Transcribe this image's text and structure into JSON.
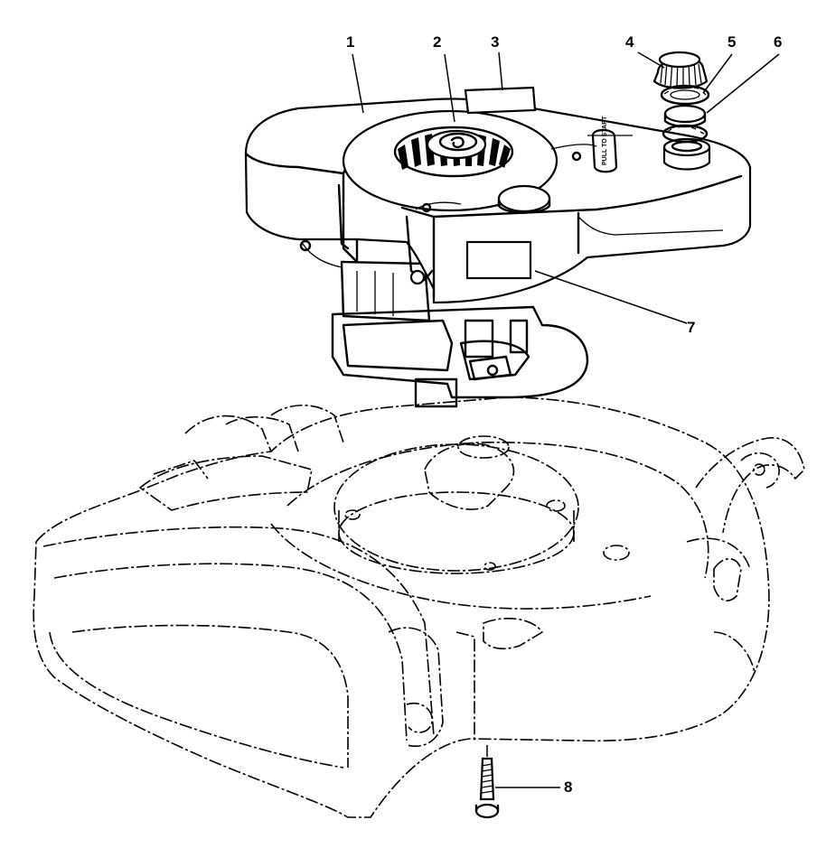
{
  "callouts": [
    {
      "id": "1",
      "label": "1"
    },
    {
      "id": "2",
      "label": "2"
    },
    {
      "id": "3",
      "label": "3"
    },
    {
      "id": "4",
      "label": "4"
    },
    {
      "id": "5",
      "label": "5"
    },
    {
      "id": "6",
      "label": "6"
    },
    {
      "id": "7",
      "label": "7"
    },
    {
      "id": "8",
      "label": "8"
    }
  ],
  "decal_text": "PULL TO START"
}
